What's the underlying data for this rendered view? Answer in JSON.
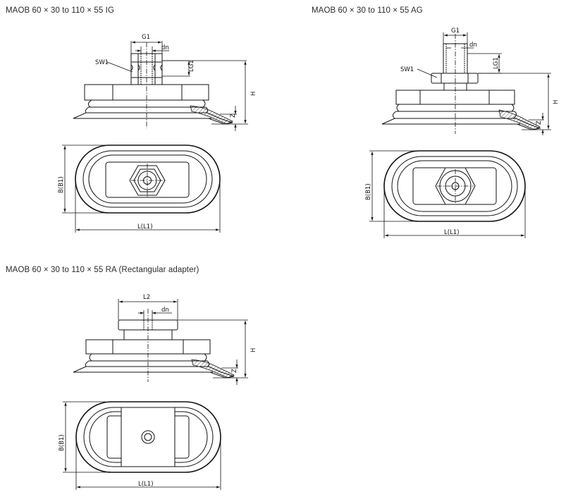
{
  "drawings": {
    "ig": {
      "title": "MAOB 60 × 30 to 110 × 55 IG",
      "labels": {
        "g1": "G1",
        "dn": "dn",
        "sw1": "SW1",
        "lg1": "LG1",
        "h": "H",
        "z": "Z",
        "b": "B(B1)",
        "l": "L(L1)"
      }
    },
    "ag": {
      "title": "MAOB 60 × 30 to 110 × 55 AG",
      "labels": {
        "g1": "G1",
        "dn": "dn",
        "sw1": "SW1",
        "lg1": "LG1",
        "h": "H",
        "z": "Z",
        "b": "B(B1)",
        "l": "L(L1)"
      }
    },
    "ra": {
      "title": "MAOB 60 × 30 to 110 × 55 RA  (Rectangular adapter)",
      "labels": {
        "l2": "L2",
        "dn": "dn",
        "h": "H",
        "z": "Z",
        "b": "B(B1)",
        "l": "L(L1)"
      }
    }
  }
}
